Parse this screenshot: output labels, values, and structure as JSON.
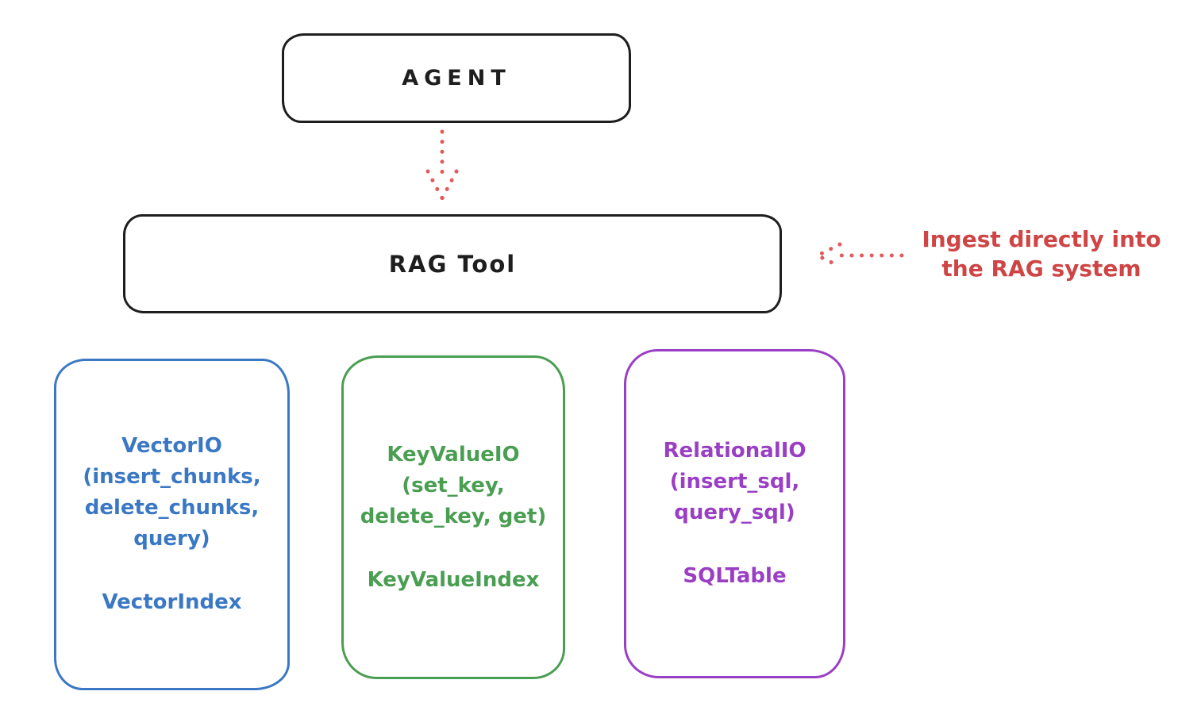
{
  "background": "#ffffff",
  "stroke_color": "#1e1e1e",
  "agent": {
    "label": "AGENT"
  },
  "rag_tool": {
    "label": "RAG Tool"
  },
  "flow": {
    "arrow_color": "#e05c5c"
  },
  "annotation": {
    "line1": "Ingest directly into",
    "line2": "the RAG system",
    "text_color": "#cf4444",
    "arrow_color": "#e05c5c"
  },
  "io_boxes": [
    {
      "title": "VectorIO",
      "methods": "(insert_chunks,\ndelete_chunks,\nquery)",
      "index_label": "VectorIndex",
      "color": "#3b78c4"
    },
    {
      "title": "KeyValueIO",
      "methods": "(set_key,\ndelete_key, get)",
      "index_label": "KeyValueIndex",
      "color": "#4a9e52"
    },
    {
      "title": "RelationalIO",
      "methods": "(insert_sql,\nquery_sql)",
      "index_label": "SQLTable",
      "color": "#9a3fc5"
    }
  ]
}
